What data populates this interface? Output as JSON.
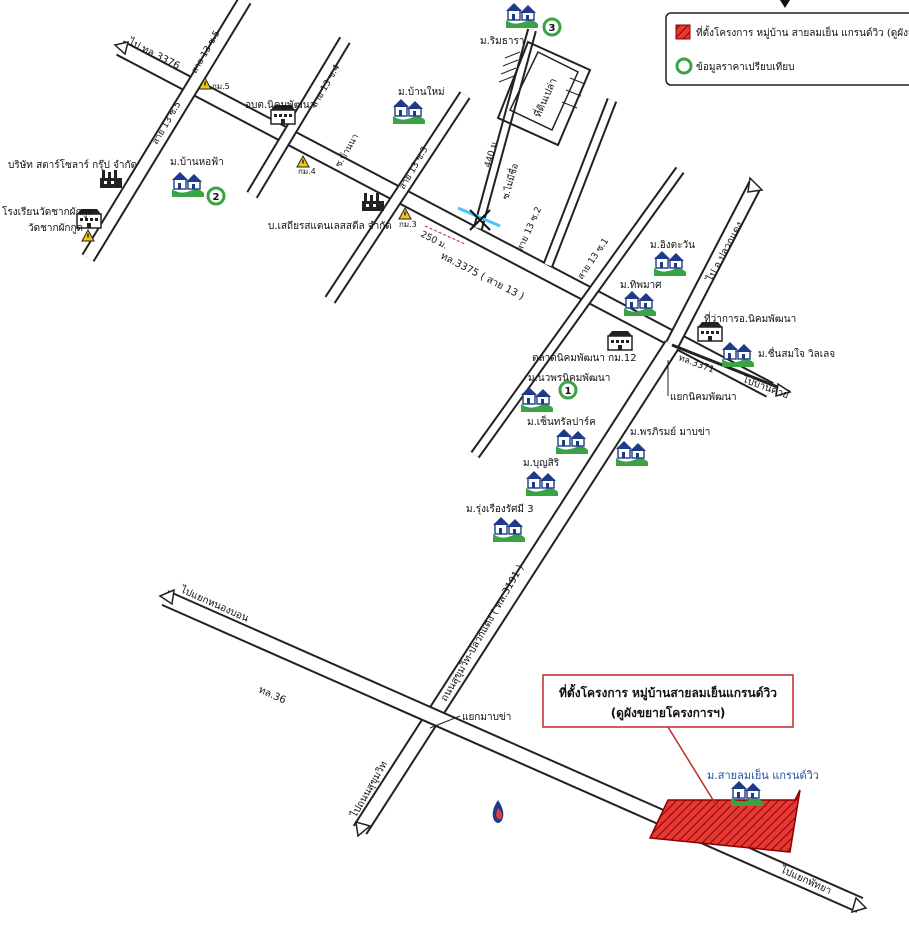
{
  "legend": {
    "project_site": "ที่ตั้งโครงการ หมู่บ้าน สายลมเย็น แกรนด์วิว (ดูผังฯ",
    "comparison_data": "ข้อมูลราคาเปรียบเทียบ"
  },
  "callout": {
    "line1": "ที่ตั้งโครงการ หมู่บ้านสายลมเย็นแกรนด์วิว",
    "line2": "(ดูผังขยายโครงการฯ)"
  },
  "colors": {
    "road_fill": "#ffffff",
    "road_edge": "#222222",
    "site_fill": "#e53935",
    "site_hatch": "#8b0000",
    "callout_border": "#c62828",
    "green": "#3aa344",
    "house_blue": "#1e3a8a",
    "pointer_red": "#c62828",
    "project_label": "#1f4e9e",
    "bridge_marker": "#4fc3f7"
  },
  "markers": {
    "m1": "1",
    "m2": "2",
    "m3": "3"
  },
  "labels": {
    "to_rd3376": "ไป ทล.3376",
    "sai13_5_top": "สาย 13 ซ.5",
    "sai13_5_left": "สาย 13 ซ.5",
    "km5": "กม.5",
    "obt": "อบต.นิคมพัฒนา",
    "sai13_4": "สาย 13 ซ.4",
    "ban_mai": "ม.บ้านใหม่",
    "rimthara": "ม.ริมธารา",
    "vacant_land": "ที่ดินเปล่า",
    "dist_440": "440 ม.",
    "soi_mainum": "ซ.ไม่มีชื่อ",
    "soi_banna": "ซ.บ้านนา",
    "sai13_3": "สาย 13 ซ.3",
    "km4": "กม.4",
    "ban_hopfa": "ม.บ้านหอฟ้า",
    "star_solar": "บริษัท สตาร์โซลาร์ กรุ๊ป จำกัด",
    "school": "โรงเรียนวัดชากผักกูด",
    "temple": "วัดชากผักกูด",
    "slerian": "บ.เสถียรสแตนเลสสตีล จำกัด",
    "km3": "กม.3",
    "dist_250": "250 ม.",
    "sai13_2": "สาย 13 ซ.2",
    "rd3375": "ทล.3375 ( สาย 13 )",
    "sai13_1": "สาย 13 ซ.1",
    "to_pluakdaeng": "ไป อ.ปลวกแดง",
    "ing_tawan": "ม.อิงตะวัน",
    "thipmat": "ม.ทิพมาศ",
    "amphoe_office": "ที่ว่าการอ.นิคมพัฒนา",
    "chuensamjai": "ม.ชื่นสมใจ วิลเลจ",
    "market": "ตลาดนิคมพัฒนา กม.12",
    "navaporn": "ม.นวพรนิคมพัฒนา",
    "rd3371": "ทล.3371",
    "to_bankhai": "ไปบ้านค่าย",
    "junction_nikhom": "แยกนิคมพัฒนา",
    "centro": "ม.เซ็นทรัลปาร์ค",
    "pornprom": "ม.พรภิรมย์ มาบข่า",
    "bunsiri": "ม.บุญสิริ",
    "rungrueang": "ม.รุ่งเรืองรัศมี 3",
    "road3191": "ถนนสุขุมวิท-ปลวกแดง ( ทล.3191 )",
    "to_nongbon": "ไปแยกหนองบอน",
    "rd36": "ทล.36",
    "junction_mabkha": "แยกมาบข่า",
    "to_sukhumvit": "ไปถนนสุขุมวิท",
    "project_name": "ม.สายลมเย็น แกรนด์วิว",
    "to_pattaya": "ไปแยกพัทยา"
  }
}
